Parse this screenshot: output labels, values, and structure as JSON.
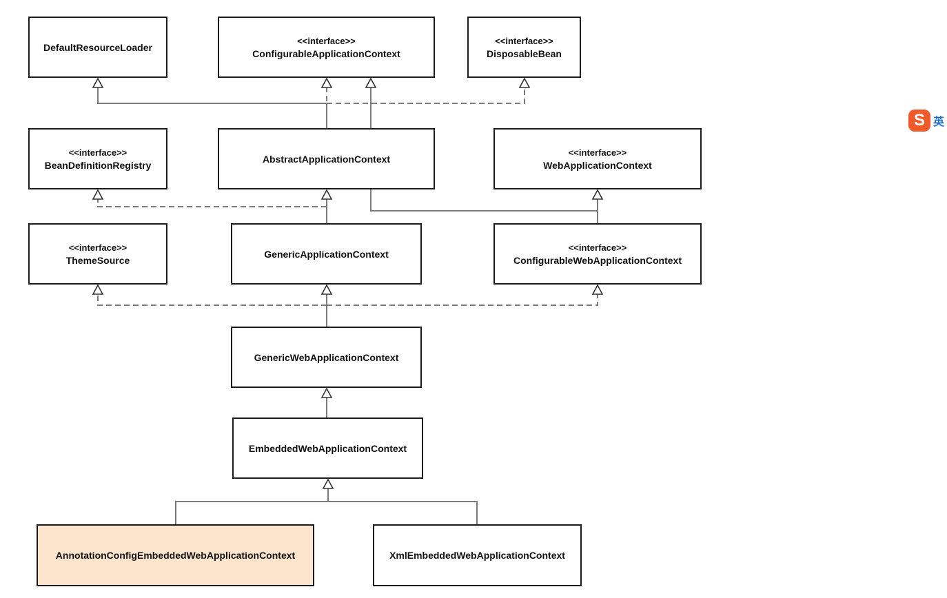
{
  "diagram": {
    "stereotype": "<<interface>>",
    "nodes": {
      "defaultResourceLoader": {
        "name": "DefaultResourceLoader"
      },
      "configurableApplicationContext": {
        "stereotype": "<<interface>>",
        "name": "ConfigurableApplicationContext"
      },
      "disposableBean": {
        "stereotype": "<<interface>>",
        "name": "DisposableBean"
      },
      "beanDefinitionRegistry": {
        "stereotype": "<<interface>>",
        "name": "BeanDefinitionRegistry"
      },
      "abstractApplicationContext": {
        "name": "AbstractApplicationContext"
      },
      "webApplicationContext": {
        "stereotype": "<<interface>>",
        "name": "WebApplicationContext"
      },
      "themeSource": {
        "stereotype": "<<interface>>",
        "name": "ThemeSource"
      },
      "genericApplicationContext": {
        "name": "GenericApplicationContext"
      },
      "configurableWebApplicationContext": {
        "stereotype": "<<interface>>",
        "name": "ConfigurableWebApplicationContext"
      },
      "genericWebApplicationContext": {
        "name": "GenericWebApplicationContext"
      },
      "embeddedWebApplicationContext": {
        "name": "EmbeddedWebApplicationContext"
      },
      "annotationConfigEmbeddedWebApplicationContext": {
        "name": "AnnotationConfigEmbeddedWebApplicationContext"
      },
      "xmlEmbeddedWebApplicationContext": {
        "name": "XmlEmbeddedWebApplicationContext"
      }
    },
    "relations": [
      {
        "from": "abstractApplicationContext",
        "to": "defaultResourceLoader",
        "kind": "extends"
      },
      {
        "from": "abstractApplicationContext",
        "to": "configurableApplicationContext",
        "kind": "implements"
      },
      {
        "from": "abstractApplicationContext",
        "to": "disposableBean",
        "kind": "implements"
      },
      {
        "from": "genericApplicationContext",
        "to": "abstractApplicationContext",
        "kind": "extends"
      },
      {
        "from": "genericApplicationContext",
        "to": "beanDefinitionRegistry",
        "kind": "implements"
      },
      {
        "from": "configurableWebApplicationContext",
        "to": "webApplicationContext",
        "kind": "extends"
      },
      {
        "from": "configurableWebApplicationContext",
        "to": "configurableApplicationContext",
        "kind": "extends"
      },
      {
        "from": "genericWebApplicationContext",
        "to": "genericApplicationContext",
        "kind": "extends"
      },
      {
        "from": "genericWebApplicationContext",
        "to": "themeSource",
        "kind": "implements"
      },
      {
        "from": "genericWebApplicationContext",
        "to": "configurableWebApplicationContext",
        "kind": "implements"
      },
      {
        "from": "embeddedWebApplicationContext",
        "to": "genericWebApplicationContext",
        "kind": "extends"
      },
      {
        "from": "annotationConfigEmbeddedWebApplicationContext",
        "to": "embeddedWebApplicationContext",
        "kind": "extends"
      },
      {
        "from": "xmlEmbeddedWebApplicationContext",
        "to": "embeddedWebApplicationContext",
        "kind": "extends"
      }
    ],
    "highlighted": "annotationConfigEmbeddedWebApplicationContext",
    "colors": {
      "line": "#7a7a7a",
      "border": "#1a1a1a",
      "highlight_fill": "#fde4cc"
    }
  },
  "ime_badge": {
    "logo_glyph": "S",
    "label": "英",
    "colors": {
      "logo": "#f0592a",
      "label": "#1f6fd1"
    }
  }
}
